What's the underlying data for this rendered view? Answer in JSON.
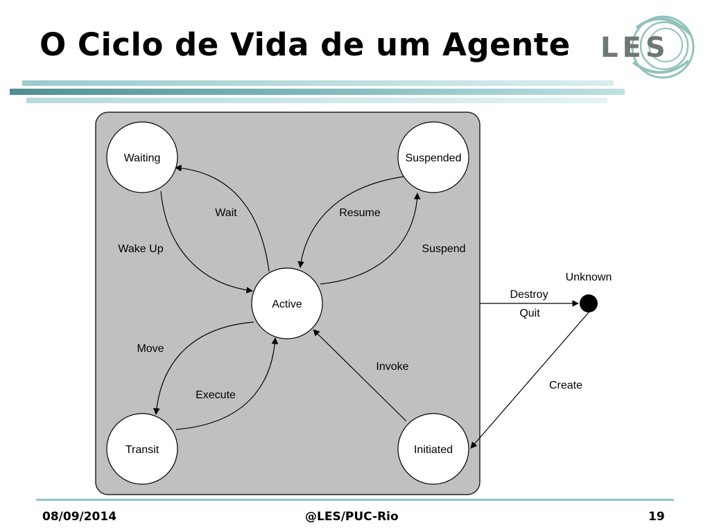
{
  "slide": {
    "title": "O Ciclo de Vida de um Agente",
    "logo_text": "LES",
    "page_number": "19"
  },
  "footer": {
    "date": "08/09/2014",
    "center": "@LES/PUC-Rio"
  },
  "diagram": {
    "states": {
      "waiting": "Waiting",
      "suspended": "Suspended",
      "active": "Active",
      "transit": "Transit",
      "initiated": "Initiated",
      "unknown": "Unknown"
    },
    "transitions": {
      "wait": "Wait",
      "wake_up": "Wake Up",
      "resume": "Resume",
      "suspend": "Suspend",
      "move": "Move",
      "execute": "Execute",
      "invoke": "Invoke",
      "destroy": "Destroy",
      "quit": "Quit",
      "create": "Create"
    }
  },
  "colors": {
    "container_fill": "#c0c0c0",
    "rule_dark": "#5a9a9c",
    "rule_light": "#b9dddd",
    "footer_rule": "#8fc4c8",
    "logo_swirl": "#7fb7b0"
  }
}
